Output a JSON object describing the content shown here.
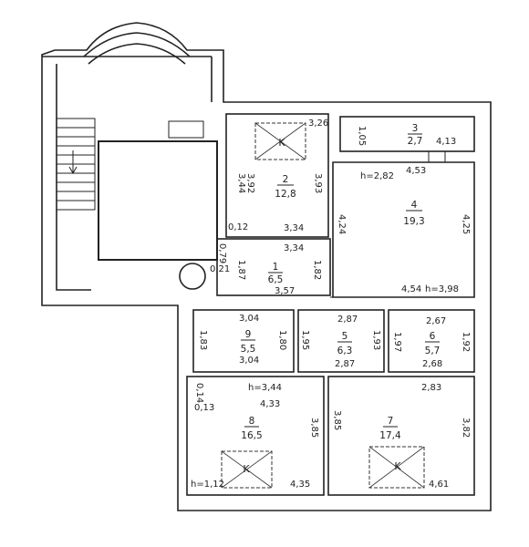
{
  "rooms": [
    {
      "number": "1",
      "area": "6,5"
    },
    {
      "number": "2",
      "area": "12,8"
    },
    {
      "number": "3",
      "area": "2,7"
    },
    {
      "number": "4",
      "area": "19,3"
    },
    {
      "number": "5",
      "area": "6,3"
    },
    {
      "number": "6",
      "area": "5,7"
    },
    {
      "number": "7",
      "area": "17,4"
    },
    {
      "number": "8",
      "area": "16,5"
    },
    {
      "number": "9",
      "area": "5,5"
    }
  ],
  "heights": {
    "h_room4": "h=2,82",
    "h_room4b": "h=3,98",
    "h_room8": "h=3,44",
    "h_small": "h=1,12"
  },
  "kitchen_mark": "K",
  "dims": {
    "d_326": "3,26",
    "d_344": "3,44",
    "d_392": "3,92",
    "d_393": "3,93",
    "d_334a": "3,34",
    "d_334b": "3,34",
    "d_012": "0,12",
    "d_079": "0,79",
    "d_187": "1,87",
    "d_021": "0,21",
    "d_182": "1,82",
    "d_357": "3,57",
    "d_105": "1,05",
    "d_413": "4,13",
    "d_453": "4,53",
    "d_424": "4,24",
    "d_425": "4,25",
    "d_454": "4,54",
    "d_304a": "3,04",
    "d_183": "1,83",
    "d_180": "1,80",
    "d_304b": "3,04",
    "d_195": "1,95",
    "d_287top": "2,87",
    "d_193": "1,93",
    "d_287": "2,87",
    "d_267": "2,67",
    "d_197": "1,97",
    "d_192": "1,92",
    "d_268": "2,68",
    "d_014": "0,14",
    "d_013": "0,13",
    "d_433": "4,33",
    "d_385a": "3,85",
    "d_435": "4,35",
    "d_385b": "3,85",
    "d_283": "2,83",
    "d_382": "3,82",
    "d_461": "4,61"
  }
}
